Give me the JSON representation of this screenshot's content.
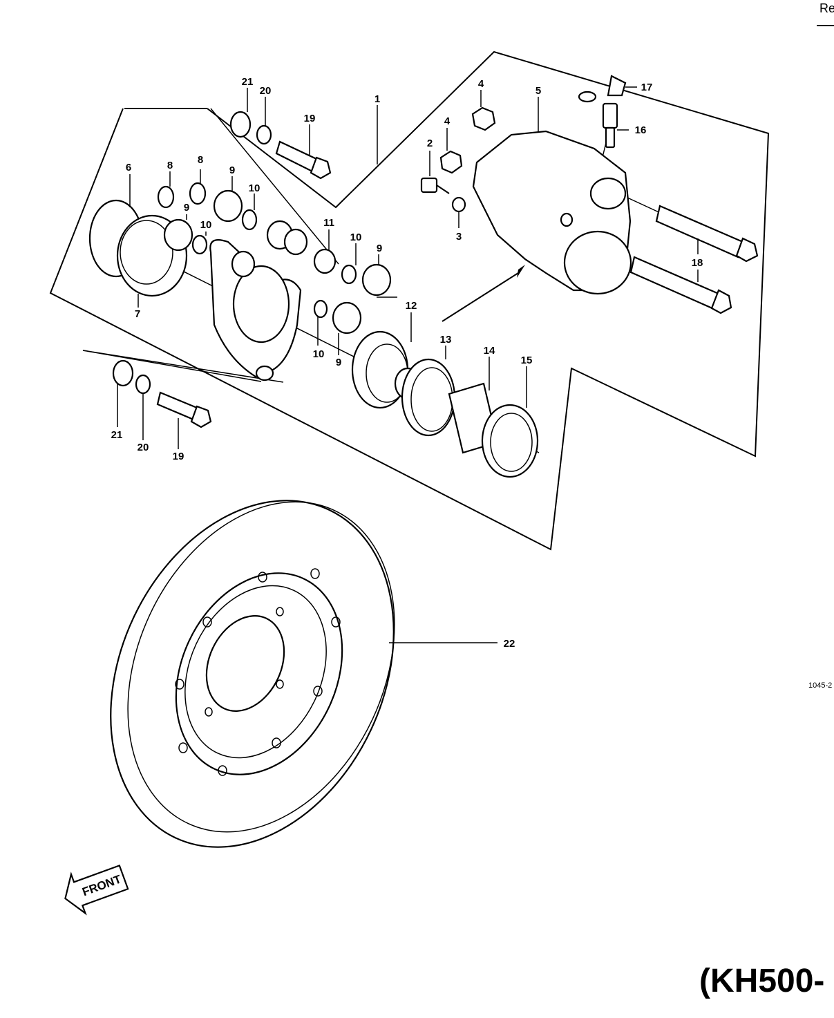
{
  "header": {
    "ref_text": "Re"
  },
  "figure": {
    "figure_code": "1045-2",
    "model": "(KH500-",
    "front_label": "FRONT"
  },
  "labels": {
    "l1": "1",
    "l2": "2",
    "l3": "3",
    "l4a": "4",
    "l4b": "4",
    "l5": "5",
    "l6": "6",
    "l7": "7",
    "l8a": "8",
    "l8b": "8",
    "l9a": "9",
    "l9b": "9",
    "l9c": "9",
    "l9d": "9",
    "l10a": "10",
    "l10b": "10",
    "l10c": "10",
    "l10d": "10",
    "l11": "11",
    "l12": "12",
    "l13": "13",
    "l14": "14",
    "l15": "15",
    "l16": "16",
    "l17": "17",
    "l18": "18",
    "l19a": "19",
    "l19b": "19",
    "l20a": "20",
    "l20b": "20",
    "l21a": "21",
    "l21b": "21",
    "l22": "22"
  }
}
